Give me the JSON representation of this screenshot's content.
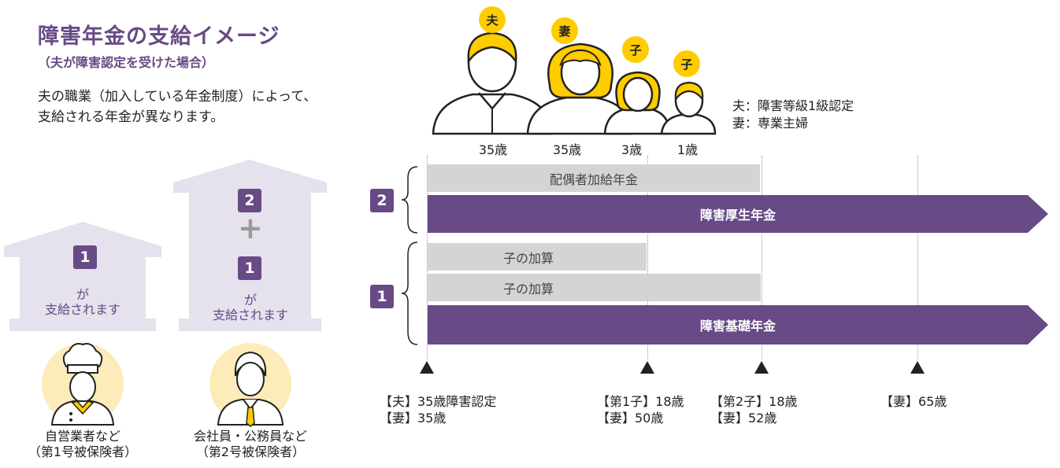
{
  "header": {
    "title": "障害年金の支給イメージ",
    "subtitle": "（夫が障害認定を受けた場合）",
    "description": [
      "夫の職業（加入している年金制度）によって、",
      "支給される年金が異なります。"
    ]
  },
  "family": {
    "members": [
      {
        "badge": "夫",
        "age": "35歳"
      },
      {
        "badge": "妻",
        "age": "35歳"
      },
      {
        "badge": "子",
        "age": "3歳"
      },
      {
        "badge": "子",
        "age": "1歳"
      }
    ],
    "legend": [
      "夫：障害等級1級認定",
      "妻：専業主婦"
    ]
  },
  "timeline": {
    "group2": {
      "number": "2",
      "bars": [
        {
          "label": "配偶者加給年金",
          "kind": "gray"
        },
        {
          "label": "障害厚生年金",
          "kind": "purple"
        }
      ]
    },
    "group1": {
      "number": "1",
      "bars": [
        {
          "label": "子の加算",
          "kind": "gray"
        },
        {
          "label": "子の加算",
          "kind": "gray"
        },
        {
          "label": "障害基礎年金",
          "kind": "purple"
        }
      ]
    },
    "markers": [
      {
        "lines": [
          "【夫】35歳障害認定",
          "【妻】35歳"
        ]
      },
      {
        "lines": [
          "【第1子】18歳",
          "【妻】50歳"
        ]
      },
      {
        "lines": [
          "【第2子】18歳",
          "【妻】52歳"
        ]
      },
      {
        "lines": [
          "【妻】65歳"
        ]
      }
    ]
  },
  "cases": [
    {
      "numbers": [
        "1"
      ],
      "ga": "が",
      "text": "支給されます",
      "occupation": [
        "自営業者など",
        "（第1号被保険者）"
      ]
    },
    {
      "numbers": [
        "2",
        "1"
      ],
      "plus": "+",
      "ga": "が",
      "text": "支給されます",
      "occupation": [
        "会社員・公務員など",
        "（第2号被保険者）"
      ]
    }
  ],
  "colors": {
    "purple": "#684A86",
    "yellow": "#FFCC00",
    "gray_bar": "#D4D4D4",
    "house": "#E5E1ED",
    "person_circle": "#FDEBB9"
  }
}
